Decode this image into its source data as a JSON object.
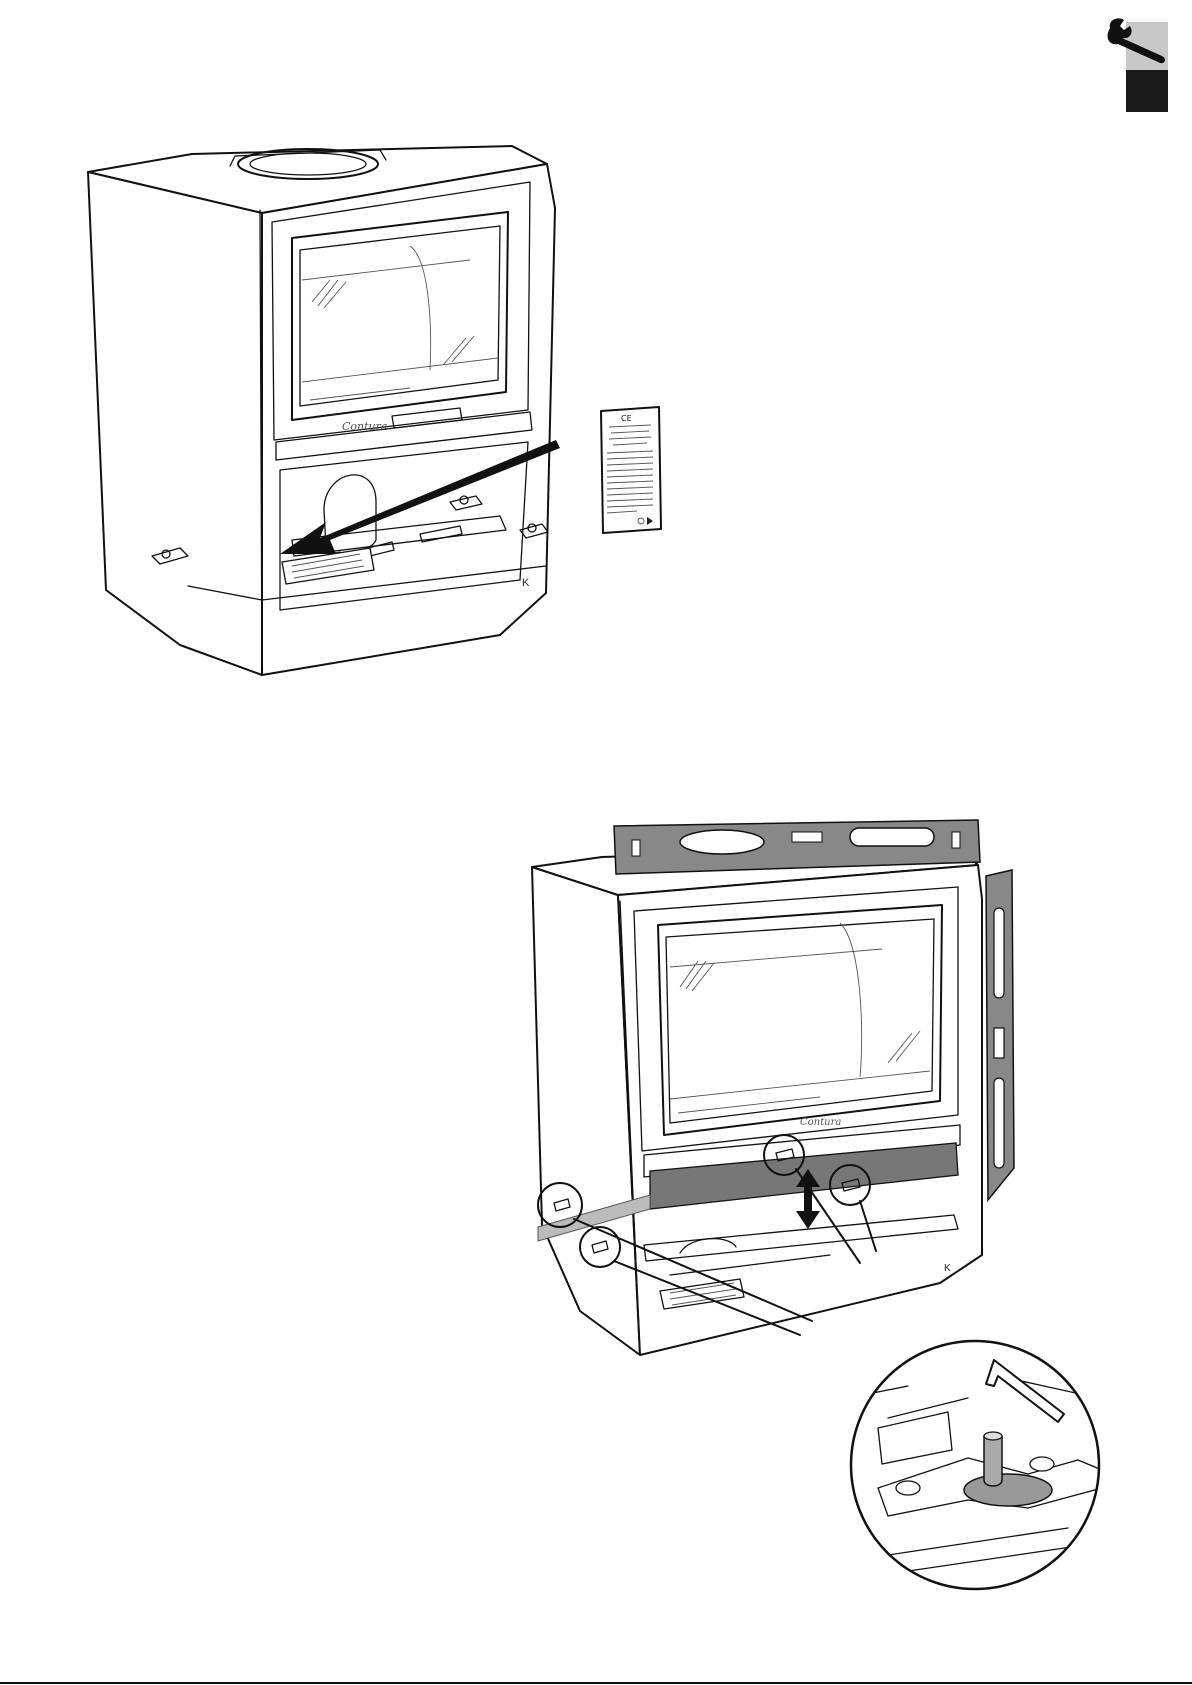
{
  "document": {
    "type": "installation-manual-page",
    "tab_color": "#1a1a1a",
    "tab_light_color": "#c8c8c8",
    "section_icon": "wrench-icon"
  },
  "figure_top": {
    "brand_text": "Contura",
    "plate_icons": [
      "ce-mark-icon",
      "arrow-icon"
    ],
    "corner_mark": "K"
  },
  "figure_bottom": {
    "brand_text": "Contura",
    "tools": [
      "spirit-level-icon",
      "hex-key-icon"
    ],
    "corner_mark": "K"
  }
}
